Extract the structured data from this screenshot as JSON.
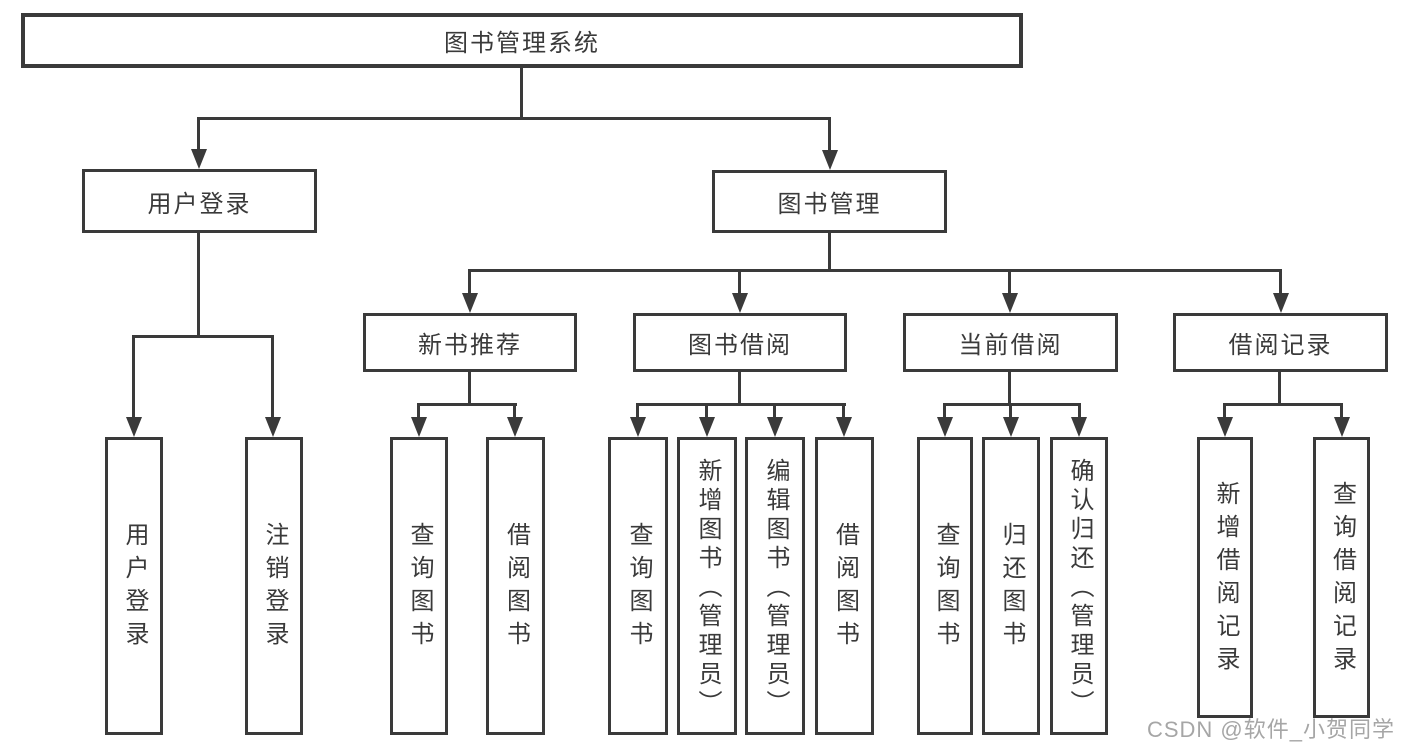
{
  "diagram": {
    "title": "图书管理系统",
    "colors": {
      "line": "#3a3a3a",
      "text": "#3a3a3a",
      "background": "#ffffff",
      "watermark": "#a6a6a6"
    },
    "level2": [
      {
        "label": "用户登录"
      },
      {
        "label": "图书管理"
      }
    ],
    "level3": [
      {
        "label": "新书推荐"
      },
      {
        "label": "图书借阅"
      },
      {
        "label": "当前借阅"
      },
      {
        "label": "借阅记录"
      }
    ],
    "leaves": {
      "user_login": [
        "用户登录",
        "注销登录"
      ],
      "new_books": [
        "查询图书",
        "借阅图书"
      ],
      "book_borrow": [
        "查询图书",
        "新增图书（管理员）",
        "编辑图书（管理员）",
        "借阅图书"
      ],
      "current_borrow": [
        "查询图书",
        "归还图书",
        "确认归还（管理员）"
      ],
      "borrow_records": [
        "新增借阅记录",
        "查询借阅记录"
      ]
    },
    "watermark": "CSDN @软件_小贺同学"
  }
}
